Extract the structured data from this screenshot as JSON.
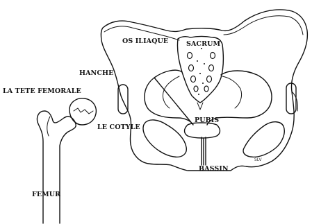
{
  "labels": {
    "os_iliaque": "OS ILIAQUE",
    "sacrum": "SACRUM",
    "hanche": "HANCHE",
    "tete_femorale": "LA TETE FEMORALE",
    "le_cotyle": "LE COTYLE",
    "pubis": "PUBIS",
    "bassin": "BASSIN",
    "femur": "FEMUR",
    "signature": "SLV"
  }
}
